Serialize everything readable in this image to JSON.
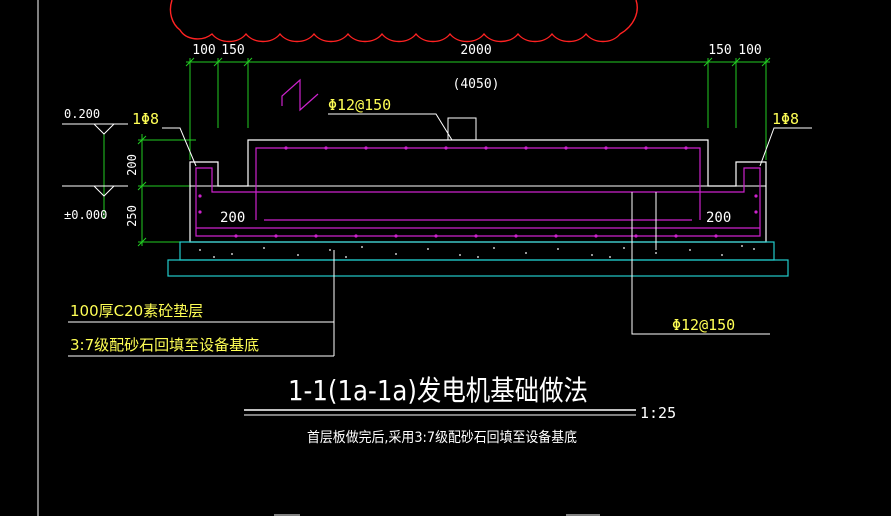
{
  "dimensions": {
    "top_left_a": "100",
    "top_left_b": "150",
    "top_center": "2000",
    "top_center_sub": "(4050)",
    "top_right_a": "150",
    "top_right_b": "100",
    "left_upper": "200",
    "left_lower": "250",
    "inner_left": "200",
    "inner_right": "200"
  },
  "elevations": {
    "upper": "0.200",
    "lower": "±0.000"
  },
  "rebar": {
    "top_mesh": "Φ12@150",
    "side_left": "1Φ8",
    "side_right": "1Φ8",
    "bottom_mesh": "Φ12@150"
  },
  "notes": {
    "cushion": "100厚C20素砼垫层",
    "backfill": "3:7级配砂石回填至设备基底"
  },
  "title": {
    "main": "1-1(1a-1a)发电机基础做法",
    "scale": "1:25",
    "subtitle": "首层板做完后,采用3:7级配砂石回填至设备基底"
  },
  "colors": {
    "background": "#000000",
    "dimension": "#22cc22",
    "rebar": "#cc22cc",
    "outline": "#ffffff",
    "cushion": "#22cccc",
    "cloud": "#ff2222",
    "label": "#ffff55"
  }
}
